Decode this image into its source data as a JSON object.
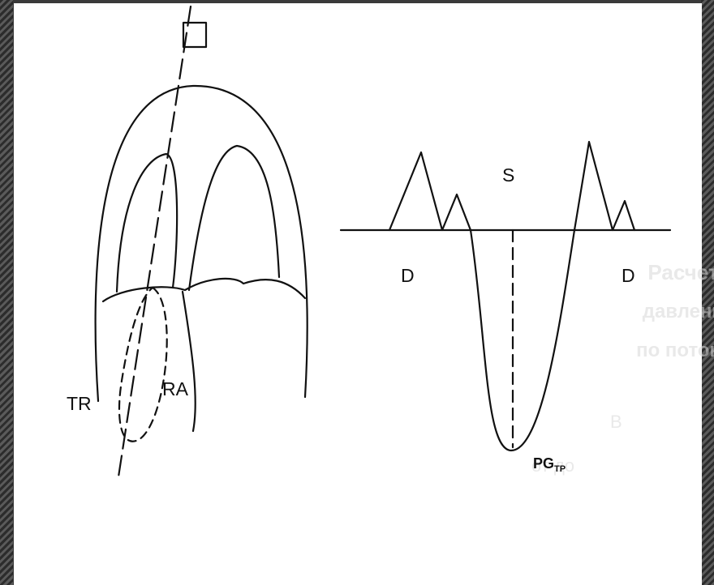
{
  "labels": {
    "tr": "TR",
    "ra": "RA",
    "s": "S",
    "d_left": "D",
    "d_right": "D",
    "pg": "PG",
    "pg_sub": "TP"
  },
  "bleed_through": {
    "line1": "Расчет",
    "line2": "давлени",
    "line3": "по потока",
    "line4": "В",
    "line5": "от до"
  },
  "colors": {
    "line": "#111111",
    "background": "#ffffff",
    "frame": "#3a3a3a"
  }
}
